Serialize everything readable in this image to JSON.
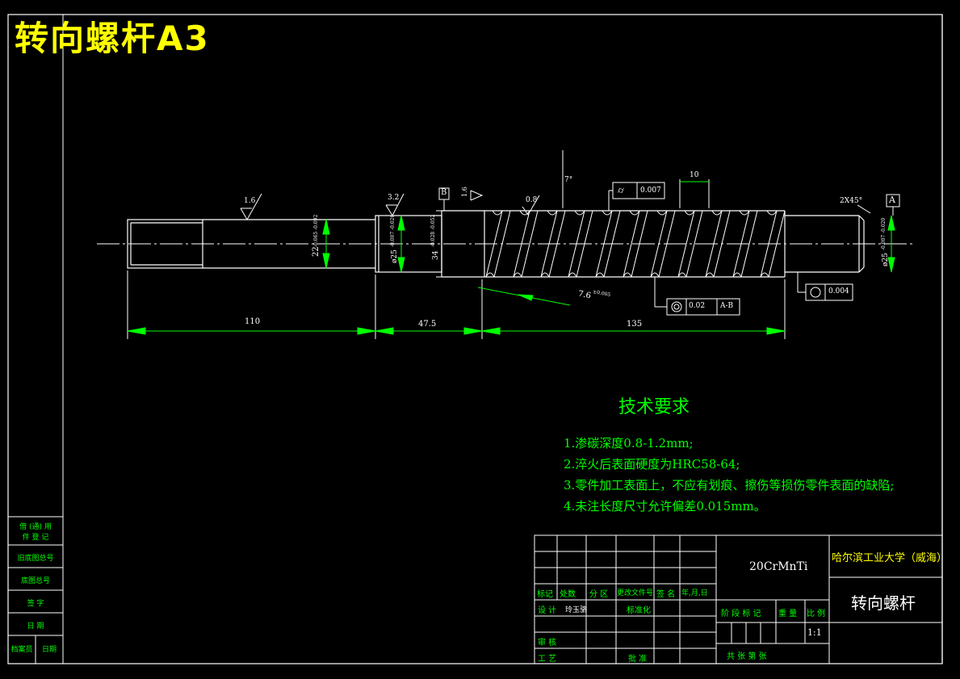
{
  "title": "转向螺杆A3",
  "dimensions": {
    "d110": "110",
    "d47_5": "47.5",
    "d135": "135",
    "d10": "10",
    "d22": "22",
    "d22_tol": "-0.065 -0.092",
    "d25a": "ø25",
    "d25a_tol": "-0.007 -0.020",
    "d34": "34",
    "d34_tol": "-0.028 -0.052",
    "d25b": "ø25",
    "d25b_tol": "-0.007 -0.020",
    "lead": "7.6",
    "lead_tol": "±0.005",
    "chamfer": "2X45°",
    "angle": "7°",
    "rough_16a": "1.6",
    "rough_32": "3.2",
    "rough_16b": "1.6",
    "rough_08": "0.8"
  },
  "tolerances": {
    "cyl": "0.007",
    "runout": "0.02",
    "runout_ref": "A-B",
    "round": "0.004"
  },
  "datums": {
    "a": "A",
    "b": "B"
  },
  "requirements": {
    "heading": "技术要求",
    "items": [
      "1.渗碳深度0.8-1.2mm;",
      "2.淬火后表面硬度为HRC58-64;",
      "3.零件加工表面上，不应有划痕、擦伤等损伤零件表面的缺陷;",
      "4.未注长度尺寸允许偏差0.015mm。"
    ]
  },
  "titleblock": {
    "material": "20CrMnTi",
    "school": "哈尔滨工业大学（威海）",
    "part_name": "转向螺杆",
    "scale": "1:1",
    "row_labels": [
      "标记",
      "处数",
      "分 区",
      "更改文件号",
      "签 名",
      "年,月,日"
    ],
    "design": "设 计",
    "designer": "玲玉骆",
    "standard": "标准化",
    "review": "审 核",
    "process": "工 艺",
    "approve": "批 准",
    "stage": "阶 段 标 记",
    "weight": "重 量",
    "ratio": "比 例",
    "sheets": "共    张  第    张"
  },
  "sidebar": [
    "借 (通) 用\n件 登 记",
    "旧底图总号",
    "底图总号",
    "签 字",
    "日 期",
    "档案员",
    "日期"
  ],
  "colors": {
    "line": "#ffffff",
    "dim": "#00ff00",
    "title": "#ffff00",
    "accent": "#ff00ff"
  }
}
